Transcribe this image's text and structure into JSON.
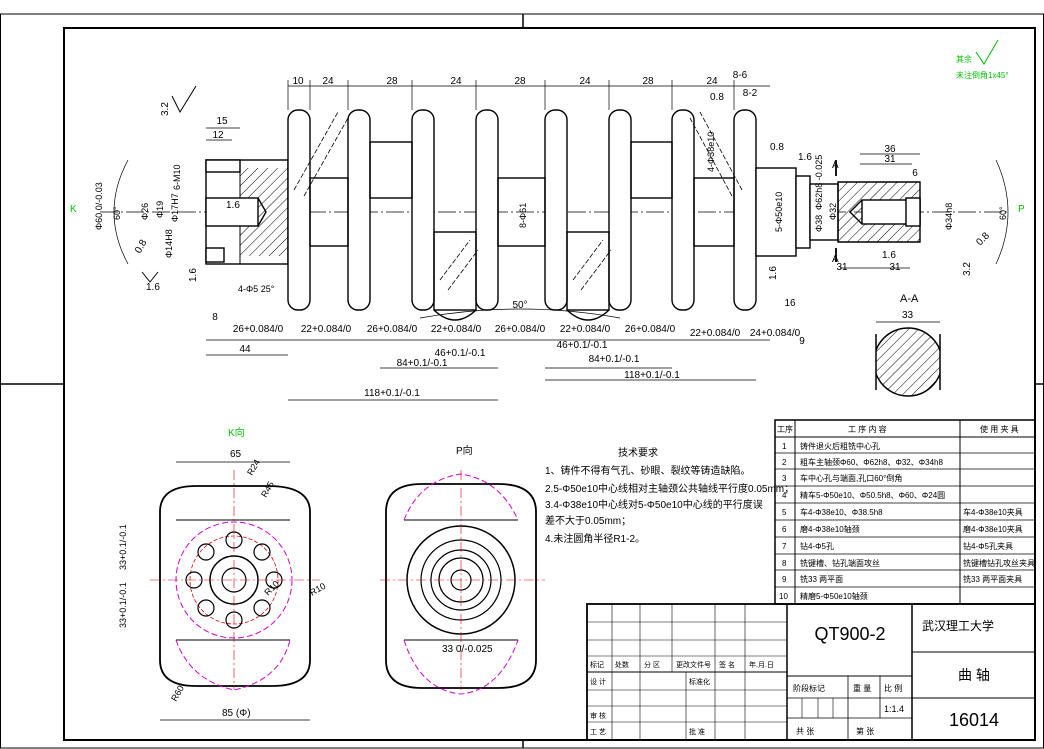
{
  "title_block": {
    "material": "QT900-2",
    "school": "武汉理工大学",
    "part_name": "曲    轴",
    "drawing_no": "16014",
    "scale": "1:1.4"
  },
  "surface_note": {
    "label": "其余",
    "chamfer": "未注倒角1x45°"
  },
  "views": {
    "k_view": "K向",
    "p_view": "P向",
    "section": "A-A",
    "tech_title": "技术要求",
    "k_mark": "K",
    "p_mark": "P",
    "a_mark": "A"
  },
  "tech_requirements": [
    "1、铸件不得有气孔、砂眼、裂纹等铸造缺陷。",
    "2.5-Φ50e10中心线相对主轴颈公共轴线平行度0.05mm；",
    "3.4-Φ38e10中心线对5-Φ50e10中心线的平行度误",
    "  差不大于0.05mm；",
    "4.未注圆角半径R1-2。"
  ],
  "process_table": {
    "headers": [
      "工序",
      "工 序 内 容",
      "使 用 夹 具"
    ],
    "rows": [
      [
        "1",
        "铸件退火后粗铣中心孔",
        ""
      ],
      [
        "2",
        "粗车主轴颈Φ60、Φ62h8、Φ32、Φ34h8",
        ""
      ],
      [
        "3",
        "车中心孔与端面,孔口60°倒角",
        ""
      ],
      [
        "4",
        "精车5-Φ50e10、Φ50.5h8、Φ60、Φ24圆",
        ""
      ],
      [
        "5",
        "车4-Φ38e10、Φ38.5h8",
        "车4-Φ38e10夹具"
      ],
      [
        "6",
        "磨4-Φ38e10轴颈",
        "磨4-Φ38e10夹具"
      ],
      [
        "7",
        "钻4-Φ5孔",
        "钻4-Φ5孔夹具"
      ],
      [
        "8",
        "铣键槽、钻孔端面攻丝",
        "铣键槽钻孔攻丝夹具"
      ],
      [
        "9",
        "铣33 两平面",
        "铣33 两平面夹具"
      ],
      [
        "10",
        "精磨5-Φ50e10轴颈",
        ""
      ]
    ]
  },
  "sign_block": {
    "row_labels": [
      "标记",
      "处数",
      "分 区",
      "更改文件号",
      "签 名",
      "年.月.日"
    ],
    "design": "设 计",
    "standard": "标准化",
    "review": "审 核",
    "process": "工 艺",
    "approve": "批 准",
    "stage": "阶段标记",
    "weight": "重 量",
    "ratio": "比 例",
    "sheets_total": "共   张",
    "sheet_no": "第   张"
  },
  "dims_top": [
    "10",
    "24",
    "28",
    "24",
    "28",
    "24",
    "28",
    "24",
    "8-6",
    "8-2",
    "15",
    "12",
    "36",
    "31",
    "6"
  ],
  "dims_bottom": [
    "8",
    "26+0.084/0",
    "22+0.084/0",
    "26+0.084/0",
    "22+0.084/0",
    "26+0.084/0",
    "22+0.084/0",
    "26+0.084/0",
    "22+0.084/0",
    "24+0.084/0",
    "44",
    "46+0.1/-0.1",
    "46+0.1/-0.1",
    "84+0.1/-0.1",
    "84+0.1/-0.1",
    "118+0.1/-0.1",
    "118+0.1/-0.1",
    "9",
    "31",
    "31",
    "16",
    "50°"
  ],
  "dims_side": [
    "Φ60 0/-0.03",
    "60°",
    "Φ26",
    "Φ19",
    "Φ17H7",
    "Φ14H8",
    "6-M10",
    "4-Φ5 25°",
    "8-Φ61",
    "4-Φ38e10",
    "5-Φ50e10",
    "Φ38",
    "Φ32",
    "Φ62h8 -0.025",
    "Φ34h8",
    "60°"
  ],
  "roughness": [
    "3.2",
    "1.6",
    "0.8",
    "1.6",
    "1.6",
    "0.8",
    "1.6",
    "1.6",
    "1.6",
    "3.2",
    "0.8",
    "0.8"
  ],
  "k_view_dims": [
    "65",
    "R24",
    "R45",
    "33+0.1/-0.1",
    "33+0.1/-0.1",
    "R10",
    "R10",
    "R60",
    "85 (Φ)"
  ],
  "p_view_dims": [
    "33 0/-0.025"
  ],
  "section_dims": [
    "33"
  ],
  "colors": {
    "line": "#000000",
    "green": "#00c000",
    "magenta": "#d000d0",
    "red": "#e00000"
  }
}
